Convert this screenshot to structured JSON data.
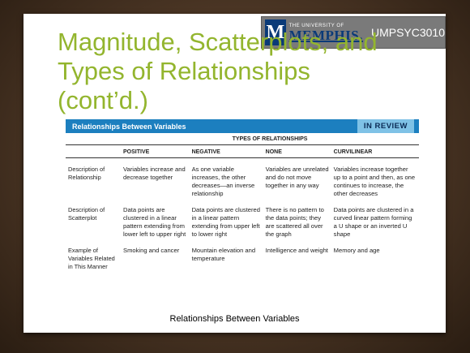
{
  "header": {
    "logo_letter": "M",
    "logo_small": "THE UNIVERSITY OF",
    "logo_big": "MEMPHIS.",
    "course_code": "UMPSYC3010"
  },
  "slide": {
    "title_line1": "Magnitude, Scatterplots, and",
    "title_line2": "Types of Relationships",
    "title_line3": "(cont’d.)",
    "caption": "Relationships Between Variables"
  },
  "colors": {
    "title": "#93b52e",
    "banner": "#1c7fbf",
    "brand": "#0a3a78"
  },
  "table": {
    "banner_left": "Relationships Between Variables",
    "banner_right": "IN REVIEW",
    "types_header": "TYPES OF RELATIONSHIPS",
    "columns": [
      "POSITIVE",
      "NEGATIVE",
      "NONE",
      "CURVILINEAR"
    ],
    "rows": [
      {
        "label": "Description of Relationship",
        "cells": [
          "Variables increase and decrease together",
          "As one variable increases, the other decreases—an inverse relationship",
          "Variables are unrelated and do not move together in any way",
          "Variables increase together up to a point and then, as one continues to increase, the other decreases"
        ]
      },
      {
        "label": "Description of Scatterplot",
        "cells": [
          "Data points are clustered in a linear pattern extending from lower left to upper right",
          "Data points are clustered in a linear pattern extending from upper left to lower right",
          "There is no pattern to the data points; they are scattered all over the graph",
          "Data points are clustered in a curved linear pattern forming a U shape or an inverted U shape"
        ]
      },
      {
        "label": "Example of Variables Related in This Manner",
        "cells": [
          "Smoking and cancer",
          "Mountain elevation and temperature",
          "Intelligence and weight",
          "Memory and age"
        ]
      }
    ]
  }
}
